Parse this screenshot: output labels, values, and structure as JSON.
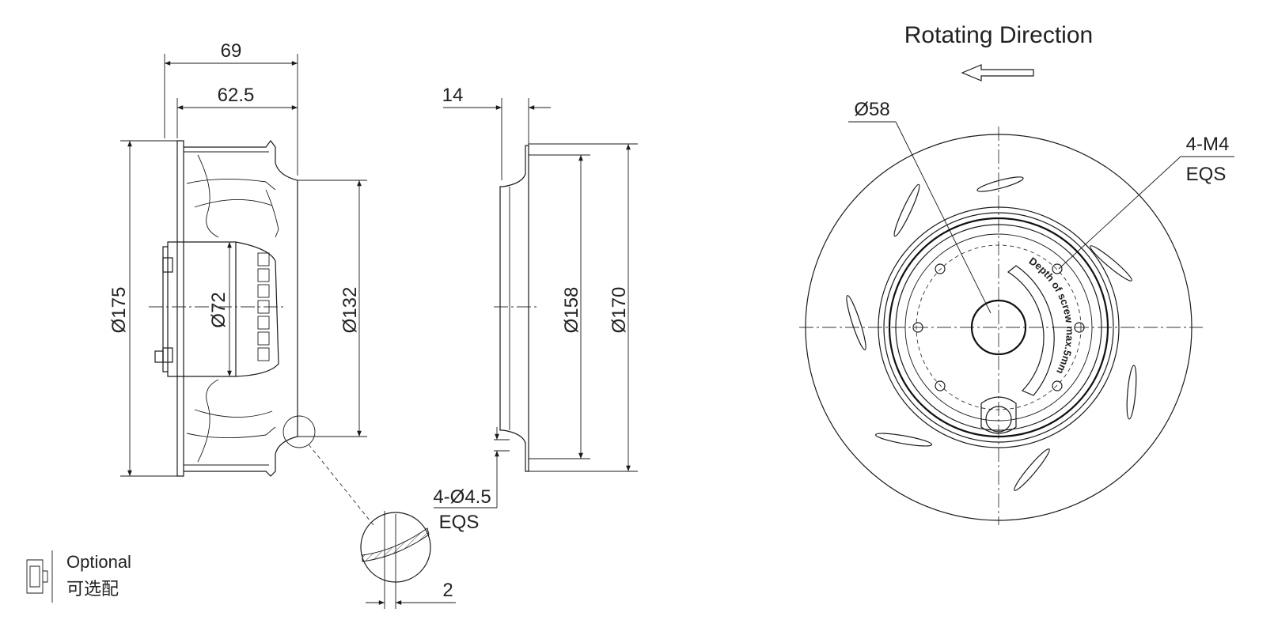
{
  "side_view": {
    "overall_length": "69",
    "housing_length": "62.5",
    "impeller_diameter": "Ø175",
    "motor_diameter": "Ø72",
    "inlet_diameter": "Ø132"
  },
  "inlet_ring": {
    "depth": "14",
    "inner_diameter": "Ø158",
    "outer_diameter": "Ø170",
    "mount_holes": "4-Ø4.5",
    "mount_holes_note": "EQS",
    "detail_thickness": "2"
  },
  "front_view": {
    "title": "Rotating Direction",
    "hub_diameter": "Ø58",
    "screw_spec": "4-M4",
    "screw_note": "EQS",
    "depth_note": "Depth of screw max.5mm"
  },
  "legend": {
    "optional_en": "Optional",
    "optional_cn": "可选配"
  },
  "colors": {
    "line": "#1a1a1a",
    "background": "#ffffff"
  }
}
